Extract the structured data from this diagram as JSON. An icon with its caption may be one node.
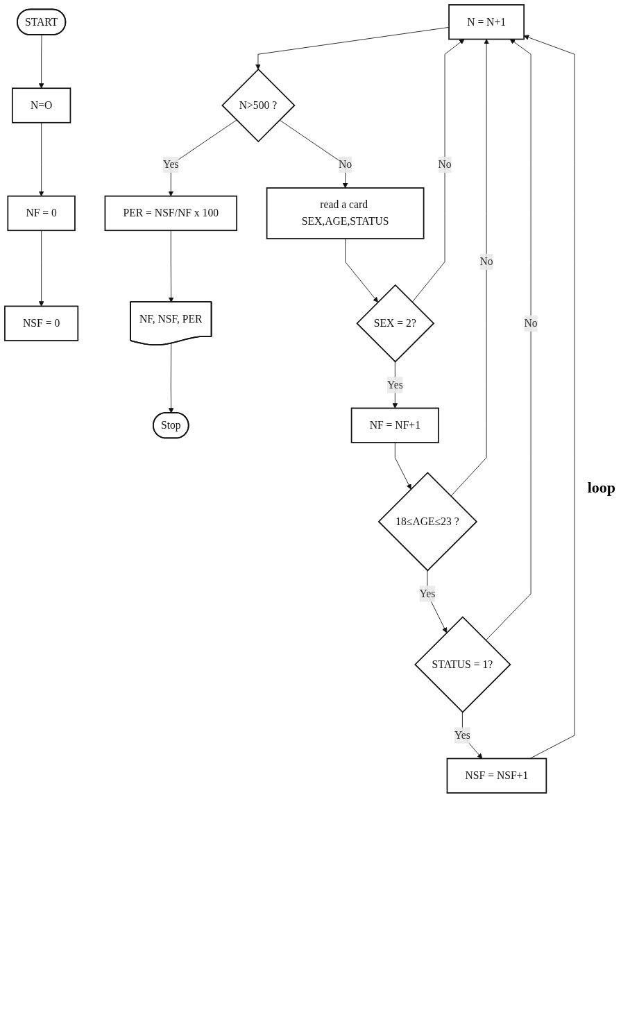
{
  "diagram": {
    "nodes": [
      {
        "text": [
          "START"
        ]
      },
      {
        "text": [
          "N=O"
        ]
      },
      {
        "text": [
          "NF = 0"
        ]
      },
      {
        "text": [
          "NSF = 0"
        ]
      },
      {
        "text": [
          "N = N+1"
        ]
      },
      {
        "text": [
          "N>500 ?"
        ]
      },
      {
        "text": [
          "PER = NSF/NF x 100"
        ]
      },
      {
        "text": [
          "read a card SEX,AGE,STATUS"
        ]
      },
      {
        "text": [
          "NF, NSF, PER"
        ]
      },
      {
        "text": [
          "SEX = 2?"
        ]
      },
      {
        "text": [
          "Stop"
        ]
      },
      {
        "text": [
          "NF = NF+1"
        ]
      },
      {
        "text": [
          "18≤AGE≤23 ?"
        ]
      },
      {
        "text": [
          "STATUS = 1?"
        ]
      },
      {
        "text": [
          "NSF = NSF+1"
        ]
      }
    ],
    "edges": [
      {
        "from": 0,
        "to": 1,
        "arrow": "to"
      },
      {
        "from": 1,
        "to": 2,
        "arrow": "to"
      },
      {
        "from": 2,
        "to": 3,
        "arrow": "to"
      },
      {
        "from": 4,
        "to": 5,
        "arrow": "to"
      },
      {
        "from": 5,
        "to": 6,
        "label": "Yes",
        "arrow": "to"
      },
      {
        "from": 5,
        "to": 7,
        "label": "No",
        "arrow": "to"
      },
      {
        "from": 6,
        "to": 8,
        "arrow": "to"
      },
      {
        "from": 8,
        "to": 10,
        "arrow": "to"
      },
      {
        "from": 7,
        "to": 9,
        "arrow": "to"
      },
      {
        "from": 9,
        "to": 11,
        "label": "Yes",
        "arrow": "to"
      },
      {
        "from": 9,
        "to": 4,
        "label": "No",
        "arrow": "to"
      },
      {
        "from": 11,
        "to": 12,
        "arrow": "to"
      },
      {
        "from": 12,
        "to": 13,
        "label": "Yes",
        "arrow": "to"
      },
      {
        "from": 12,
        "to": 4,
        "label": "No",
        "arrow": "to"
      },
      {
        "from": 13,
        "to": 14,
        "label": "Yes",
        "arrow": "to"
      },
      {
        "from": 13,
        "to": 4,
        "label": "No",
        "arrow": "to"
      },
      {
        "from": 14,
        "to": 4,
        "arrow": "to"
      }
    ],
    "labels": [
      "loop"
    ]
  }
}
